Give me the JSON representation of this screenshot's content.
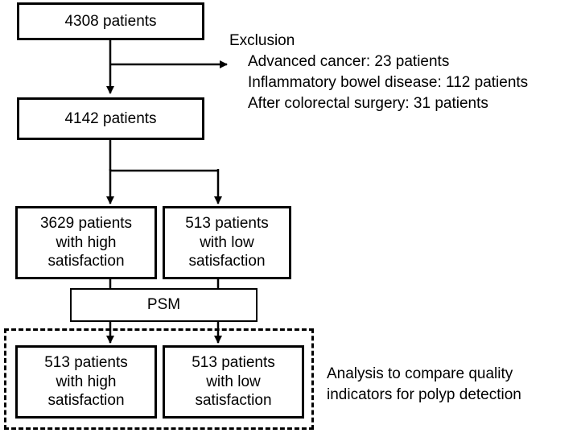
{
  "boxes": {
    "total": "4308 patients",
    "after_exclusion": "4142 patients",
    "high_satisfaction": "3629 patients\nwith high\nsatisfaction",
    "low_satisfaction": "513 patients\nwith low\nsatisfaction",
    "psm": "PSM",
    "matched_high": "513 patients\nwith high\nsatisfaction",
    "matched_low": "513 patients\nwith low\nsatisfaction"
  },
  "exclusion": {
    "title": "Exclusion",
    "items": [
      "Advanced cancer: 23 patients",
      "Inflammatory bowel disease: 112 patients",
      "After colorectal surgery: 31 patients"
    ]
  },
  "analysis_note": "Analysis to compare quality\nindicators for polyp detection"
}
